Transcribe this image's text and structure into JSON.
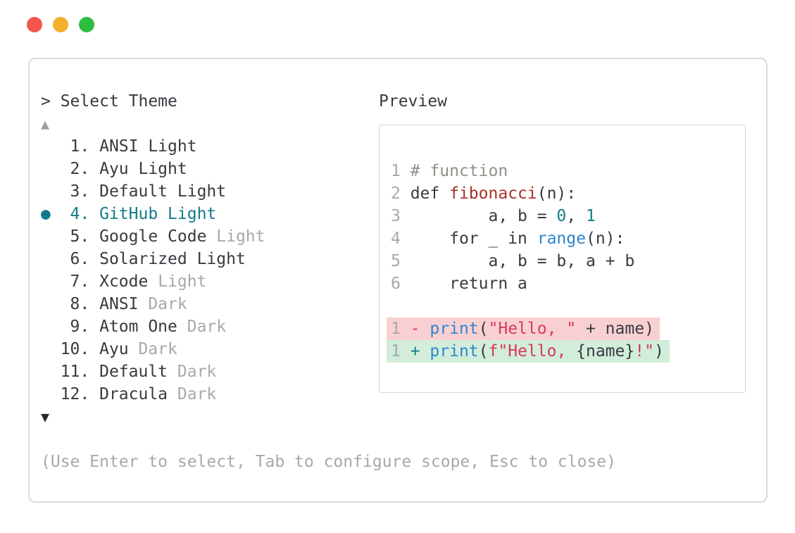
{
  "window": {
    "title_prompt": "> ",
    "title": "Select Theme"
  },
  "traffic_lights": [
    {
      "name": "close",
      "color": "#f4564e"
    },
    {
      "name": "minimize",
      "color": "#f2b02c"
    },
    {
      "name": "zoom",
      "color": "#2dbe41"
    }
  ],
  "theme_list": {
    "scroll_up_glyph": "▲",
    "scroll_down_glyph": "▼",
    "selected_marker": "●",
    "items": [
      {
        "num": " 1.",
        "main": "ANSI Light",
        "suffix": "",
        "selected": false
      },
      {
        "num": " 2.",
        "main": "Ayu Light",
        "suffix": "",
        "selected": false
      },
      {
        "num": " 3.",
        "main": "Default Light",
        "suffix": "",
        "selected": false
      },
      {
        "num": " 4.",
        "main": "GitHub Light",
        "suffix": "",
        "selected": true
      },
      {
        "num": " 5.",
        "main": "Google Code",
        "suffix": " Light",
        "selected": false
      },
      {
        "num": " 6.",
        "main": "Solarized Light",
        "suffix": "",
        "selected": false
      },
      {
        "num": " 7.",
        "main": "Xcode",
        "suffix": " Light",
        "selected": false
      },
      {
        "num": " 8.",
        "main": "ANSI",
        "suffix": " Dark",
        "selected": false
      },
      {
        "num": " 9.",
        "main": "Atom One",
        "suffix": " Dark",
        "selected": false
      },
      {
        "num": "10.",
        "main": "Ayu",
        "suffix": " Dark",
        "selected": false
      },
      {
        "num": "11.",
        "main": "Default",
        "suffix": " Dark",
        "selected": false
      },
      {
        "num": "12.",
        "main": "Dracula",
        "suffix": " Dark",
        "selected": false
      }
    ]
  },
  "preview": {
    "label": "Preview",
    "lines": [
      {
        "bg": "",
        "tokens": [
          [
            "1 ",
            "ln"
          ],
          [
            "# function",
            "comment"
          ]
        ]
      },
      {
        "bg": "",
        "tokens": [
          [
            "2 ",
            "ln"
          ],
          [
            "def ",
            "dark"
          ],
          [
            "fibonacci",
            "func"
          ],
          [
            "(n):",
            "dark"
          ]
        ]
      },
      {
        "bg": "",
        "tokens": [
          [
            "3 ",
            "ln"
          ],
          [
            "        a, b = ",
            "dark"
          ],
          [
            "0",
            "num"
          ],
          [
            ", ",
            "dark"
          ],
          [
            "1",
            "num"
          ]
        ]
      },
      {
        "bg": "",
        "tokens": [
          [
            "4 ",
            "ln"
          ],
          [
            "    for _ in ",
            "dark"
          ],
          [
            "range",
            "blue"
          ],
          [
            "(n):",
            "dark"
          ]
        ]
      },
      {
        "bg": "",
        "tokens": [
          [
            "5 ",
            "ln"
          ],
          [
            "        a, b = b, a + b",
            "dark"
          ]
        ]
      },
      {
        "bg": "",
        "tokens": [
          [
            "6 ",
            "ln"
          ],
          [
            "    return a",
            "dark"
          ]
        ]
      },
      {
        "bg": "",
        "tokens": []
      },
      {
        "bg": "removed",
        "tokens": [
          [
            "1 ",
            "ln"
          ],
          [
            "- ",
            "string"
          ],
          [
            "print",
            "blue"
          ],
          [
            "(",
            "dark"
          ],
          [
            "\"Hello, \"",
            "string"
          ],
          [
            " + name)",
            "dark"
          ]
        ]
      },
      {
        "bg": "added",
        "tokens": [
          [
            "1 ",
            "ln"
          ],
          [
            "+ ",
            "num"
          ],
          [
            "print",
            "blue"
          ],
          [
            "(",
            "dark"
          ],
          [
            "f\"Hello, ",
            "string"
          ],
          [
            "{name}",
            "dark"
          ],
          [
            "!\"",
            "string"
          ],
          [
            ")",
            "dark"
          ]
        ]
      }
    ]
  },
  "footer": {
    "hint": "(Use Enter to select, Tab to configure scope, Esc to close)"
  },
  "colors": {
    "teal": "#107c8a",
    "text-dark": "#363b40",
    "text-gray": "#a6a9ab",
    "comment": "#8e9489",
    "func-red": "#a73228",
    "string-red": "#d8395a",
    "blue": "#2e86d0",
    "removed-bg": "#f9d0d2",
    "added-bg": "#d2edd9",
    "tl-red": "#f4564e",
    "tl-yellow": "#f2b02c",
    "tl-green": "#2dbe41"
  }
}
